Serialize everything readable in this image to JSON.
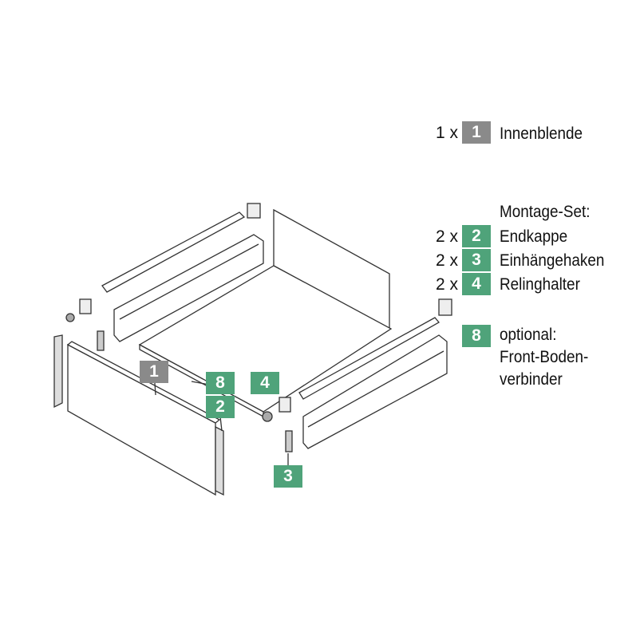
{
  "legend": [
    {
      "qty": "1 x",
      "num": "1",
      "label": "Innenblende",
      "color": "#8a8a8a"
    },
    {
      "heading": "Montage-Set:"
    },
    {
      "qty": "2 x",
      "num": "2",
      "label": "Endkappe",
      "color": "#4fa37a"
    },
    {
      "qty": "2 x",
      "num": "3",
      "label": "Einhängehaken",
      "color": "#4fa37a"
    },
    {
      "qty": "2 x",
      "num": "4",
      "label": "Relinghalter",
      "color": "#4fa37a"
    },
    {
      "num": "8",
      "label": "optional:",
      "label2": "Front-Boden-",
      "label3": "verbinder",
      "color": "#4fa37a"
    }
  ],
  "callouts": {
    "c1": "1",
    "c8": "8",
    "c2": "2",
    "c4": "4",
    "c3": "3"
  }
}
